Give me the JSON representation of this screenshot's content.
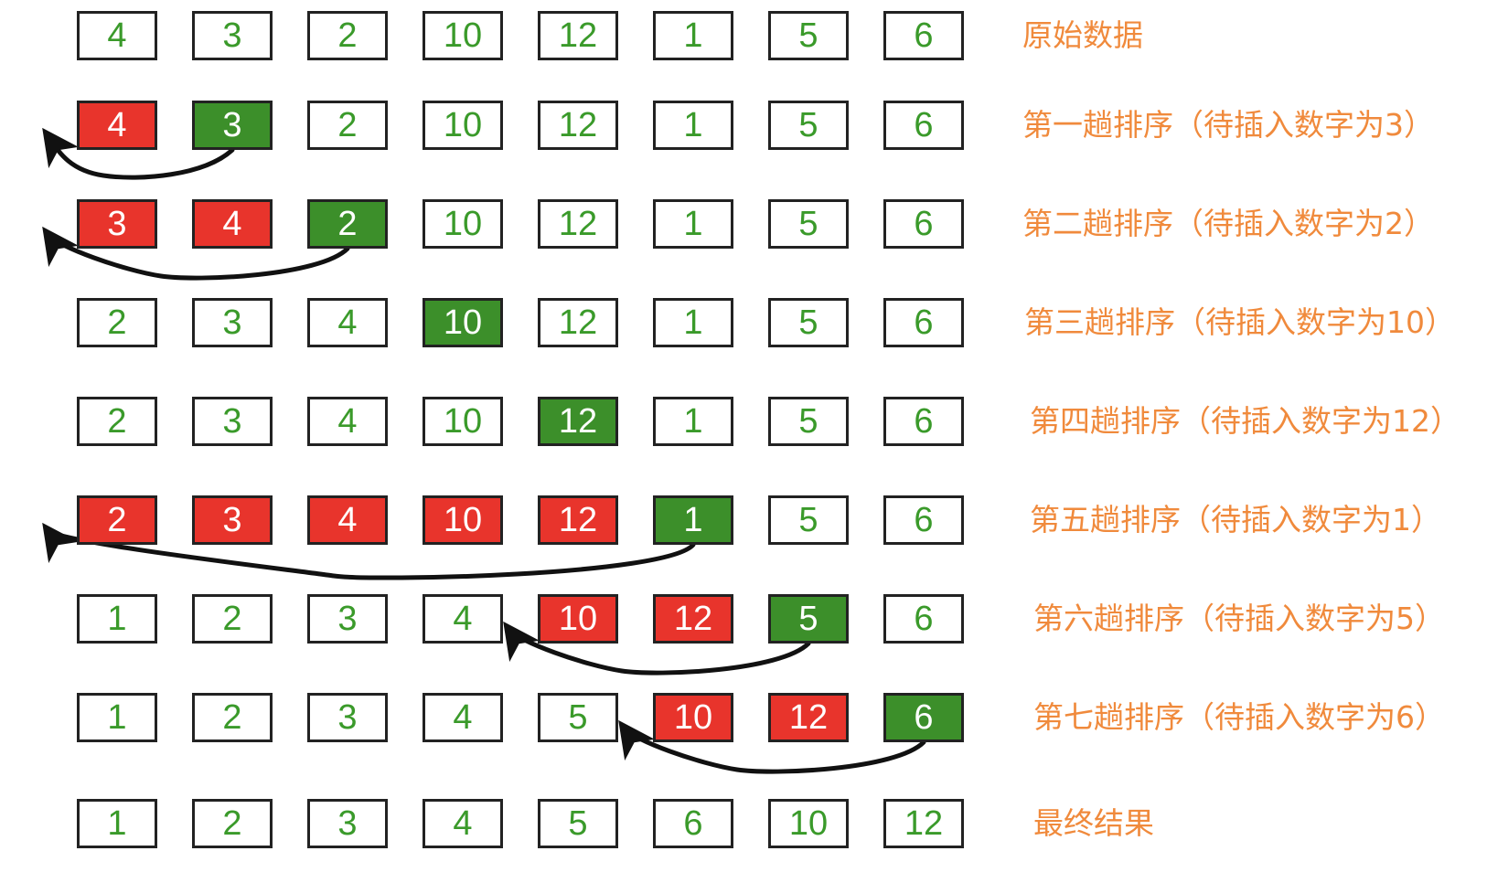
{
  "colors": {
    "text_green": "#3a9a2a",
    "fill_green": "#3c8f2a",
    "fill_red": "#e8342c",
    "text_white": "#ffffff",
    "label_orange": "#f08a3c",
    "arrow": "#111111",
    "border": "#222222"
  },
  "icons": {
    "arrow": "curved-arrow-icon"
  },
  "rows": [
    {
      "label": "原始数据",
      "cells": [
        {
          "value": "4",
          "state": "plain"
        },
        {
          "value": "3",
          "state": "plain"
        },
        {
          "value": "2",
          "state": "plain"
        },
        {
          "value": "10",
          "state": "plain"
        },
        {
          "value": "12",
          "state": "plain"
        },
        {
          "value": "1",
          "state": "plain"
        },
        {
          "value": "5",
          "state": "plain"
        },
        {
          "value": "6",
          "state": "plain"
        }
      ]
    },
    {
      "label": "第一趟排序（待插入数字为3）",
      "cells": [
        {
          "value": "4",
          "state": "shifted"
        },
        {
          "value": "3",
          "state": "insert"
        },
        {
          "value": "2",
          "state": "plain"
        },
        {
          "value": "10",
          "state": "plain"
        },
        {
          "value": "12",
          "state": "plain"
        },
        {
          "value": "1",
          "state": "plain"
        },
        {
          "value": "5",
          "state": "plain"
        },
        {
          "value": "6",
          "state": "plain"
        }
      ],
      "arrow": {
        "from": 1,
        "to": 0
      }
    },
    {
      "label": "第二趟排序（待插入数字为2）",
      "cells": [
        {
          "value": "3",
          "state": "shifted"
        },
        {
          "value": "4",
          "state": "shifted"
        },
        {
          "value": "2",
          "state": "insert"
        },
        {
          "value": "10",
          "state": "plain"
        },
        {
          "value": "12",
          "state": "plain"
        },
        {
          "value": "1",
          "state": "plain"
        },
        {
          "value": "5",
          "state": "plain"
        },
        {
          "value": "6",
          "state": "plain"
        }
      ],
      "arrow": {
        "from": 2,
        "to": 0
      }
    },
    {
      "label": "第三趟排序（待插入数字为10）",
      "cells": [
        {
          "value": "2",
          "state": "plain"
        },
        {
          "value": "3",
          "state": "plain"
        },
        {
          "value": "4",
          "state": "plain"
        },
        {
          "value": "10",
          "state": "insert"
        },
        {
          "value": "12",
          "state": "plain"
        },
        {
          "value": "1",
          "state": "plain"
        },
        {
          "value": "5",
          "state": "plain"
        },
        {
          "value": "6",
          "state": "plain"
        }
      ]
    },
    {
      "label": "第四趟排序（待插入数字为12）",
      "cells": [
        {
          "value": "2",
          "state": "plain"
        },
        {
          "value": "3",
          "state": "plain"
        },
        {
          "value": "4",
          "state": "plain"
        },
        {
          "value": "10",
          "state": "plain"
        },
        {
          "value": "12",
          "state": "insert"
        },
        {
          "value": "1",
          "state": "plain"
        },
        {
          "value": "5",
          "state": "plain"
        },
        {
          "value": "6",
          "state": "plain"
        }
      ]
    },
    {
      "label": "第五趟排序（待插入数字为1）",
      "cells": [
        {
          "value": "2",
          "state": "shifted"
        },
        {
          "value": "3",
          "state": "shifted"
        },
        {
          "value": "4",
          "state": "shifted"
        },
        {
          "value": "10",
          "state": "shifted"
        },
        {
          "value": "12",
          "state": "shifted"
        },
        {
          "value": "1",
          "state": "insert"
        },
        {
          "value": "5",
          "state": "plain"
        },
        {
          "value": "6",
          "state": "plain"
        }
      ],
      "arrow": {
        "from": 5,
        "to": 0
      }
    },
    {
      "label": "第六趟排序（待插入数字为5）",
      "cells": [
        {
          "value": "1",
          "state": "plain"
        },
        {
          "value": "2",
          "state": "plain"
        },
        {
          "value": "3",
          "state": "plain"
        },
        {
          "value": "4",
          "state": "plain"
        },
        {
          "value": "10",
          "state": "shifted"
        },
        {
          "value": "12",
          "state": "shifted"
        },
        {
          "value": "5",
          "state": "insert"
        },
        {
          "value": "6",
          "state": "plain"
        }
      ],
      "arrow": {
        "from": 6,
        "to": 4
      }
    },
    {
      "label": "第七趟排序（待插入数字为6）",
      "cells": [
        {
          "value": "1",
          "state": "plain"
        },
        {
          "value": "2",
          "state": "plain"
        },
        {
          "value": "3",
          "state": "plain"
        },
        {
          "value": "4",
          "state": "plain"
        },
        {
          "value": "5",
          "state": "plain"
        },
        {
          "value": "10",
          "state": "shifted"
        },
        {
          "value": "12",
          "state": "shifted"
        },
        {
          "value": "6",
          "state": "insert"
        }
      ],
      "arrow": {
        "from": 7,
        "to": 5
      }
    },
    {
      "label": "最终结果",
      "cells": [
        {
          "value": "1",
          "state": "plain"
        },
        {
          "value": "2",
          "state": "plain"
        },
        {
          "value": "3",
          "state": "plain"
        },
        {
          "value": "4",
          "state": "plain"
        },
        {
          "value": "5",
          "state": "plain"
        },
        {
          "value": "6",
          "state": "plain"
        },
        {
          "value": "10",
          "state": "plain"
        },
        {
          "value": "12",
          "state": "plain"
        }
      ]
    }
  ]
}
